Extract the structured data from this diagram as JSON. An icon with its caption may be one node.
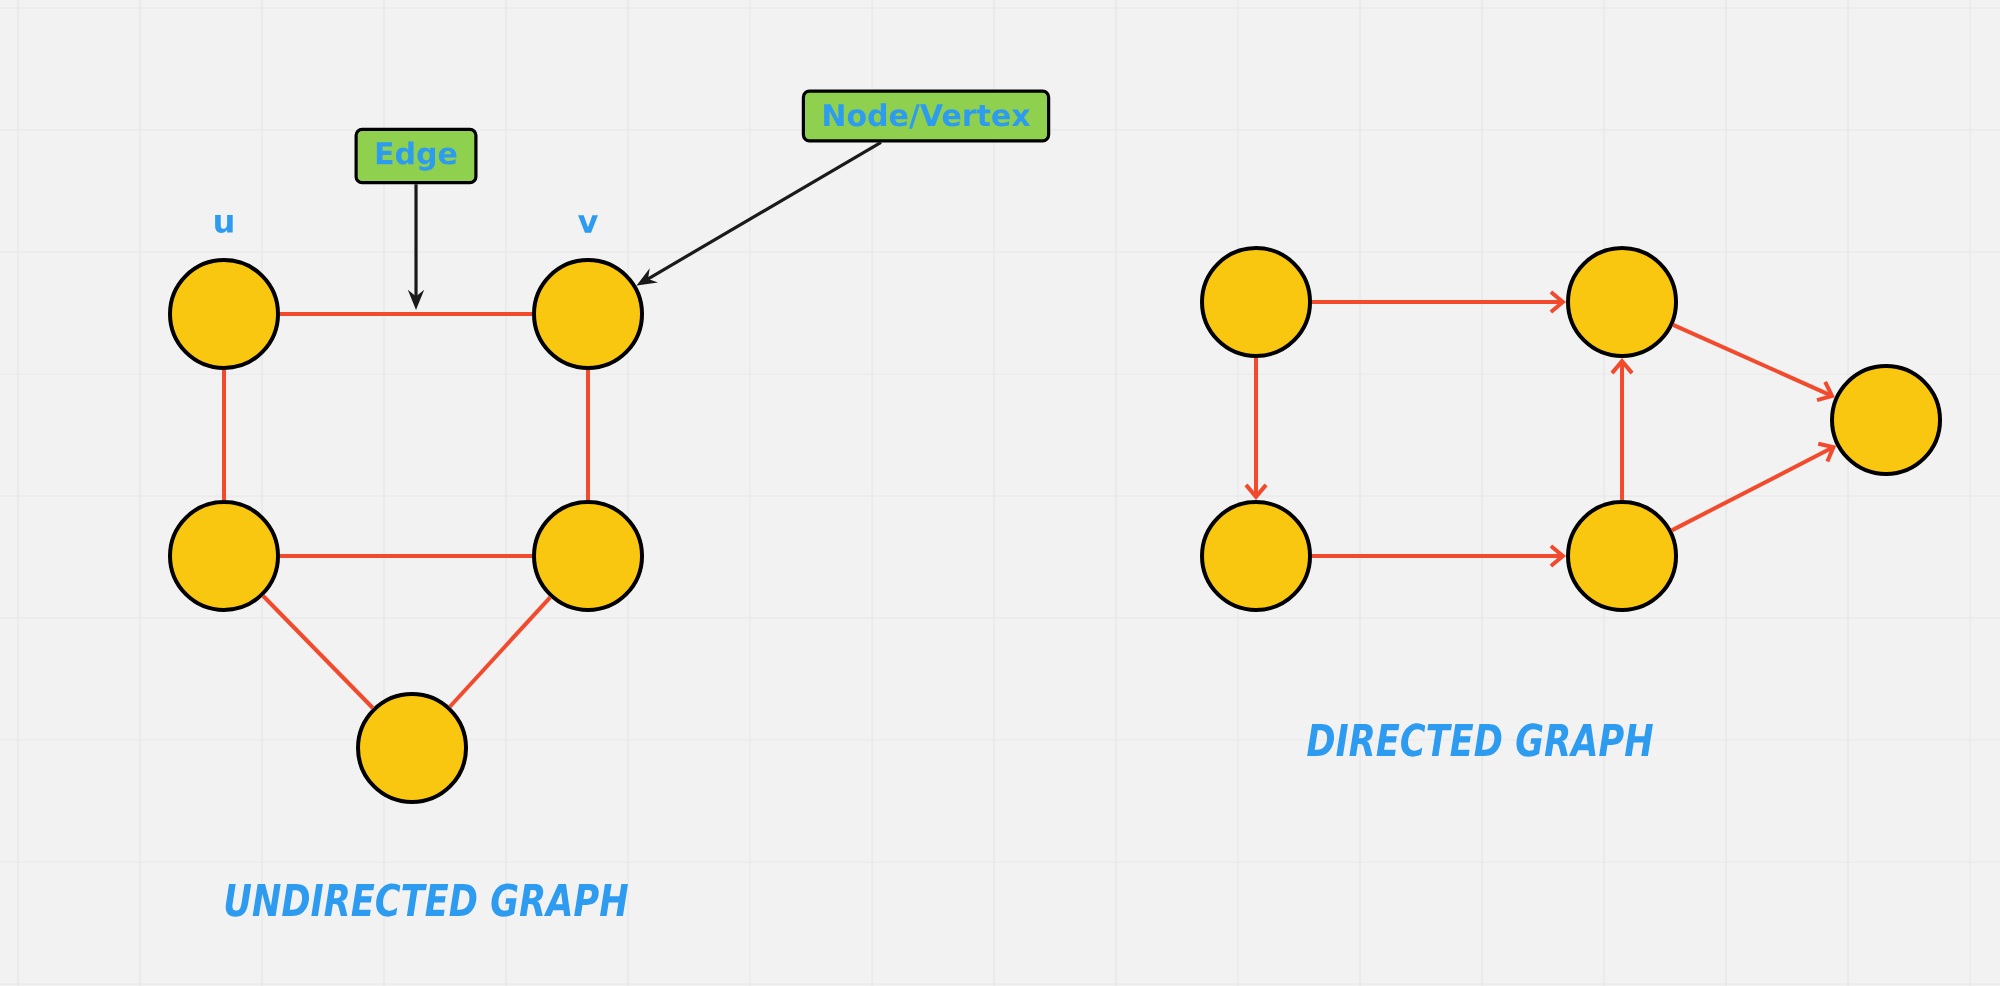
{
  "diagram": {
    "nodes": [
      {
        "text": [
          "Edge"
        ]
      },
      {
        "text": [
          "Node/Vertex"
        ]
      },
      {
        "text": [],
        "shape": "circle",
        "beside": [
          "u"
        ]
      },
      {
        "text": [],
        "shape": "circle",
        "beside": [
          "v"
        ]
      },
      {
        "text": [],
        "shape": "circle"
      },
      {
        "text": [],
        "shape": "circle"
      },
      {
        "text": [],
        "shape": "circle"
      },
      {
        "text": [],
        "shape": "circle"
      },
      {
        "text": [],
        "shape": "circle"
      },
      {
        "text": [],
        "shape": "circle"
      },
      {
        "text": [],
        "shape": "circle"
      },
      {
        "text": [],
        "shape": "circle"
      }
    ],
    "edges": [
      {
        "from": 2,
        "to": 3,
        "arrow": "none"
      },
      {
        "from": 2,
        "to": 4,
        "arrow": "none"
      },
      {
        "from": 3,
        "to": 5,
        "arrow": "none"
      },
      {
        "from": 4,
        "to": 5,
        "arrow": "none"
      },
      {
        "from": 4,
        "to": 6,
        "arrow": "none"
      },
      {
        "from": 5,
        "to": 6,
        "arrow": "none"
      },
      {
        "from": 7,
        "to": 8,
        "arrow": "to"
      },
      {
        "from": 7,
        "to": 10,
        "arrow": "to"
      },
      {
        "from": 10,
        "to": 11,
        "arrow": "to"
      },
      {
        "from": 11,
        "to": 8,
        "arrow": "to"
      },
      {
        "from": 8,
        "to": 9,
        "arrow": "to"
      },
      {
        "from": 11,
        "to": 9,
        "arrow": "to"
      },
      {
        "from": 0,
        "to": null,
        "arrow": "to",
        "color": "#1a1a1a"
      },
      {
        "from": 1,
        "to": 3,
        "arrow": "to",
        "color": "#1a1a1a"
      }
    ],
    "labels": [
      "DIRECTED GRAPH",
      "UNDIRECTED GRAPH"
    ]
  }
}
